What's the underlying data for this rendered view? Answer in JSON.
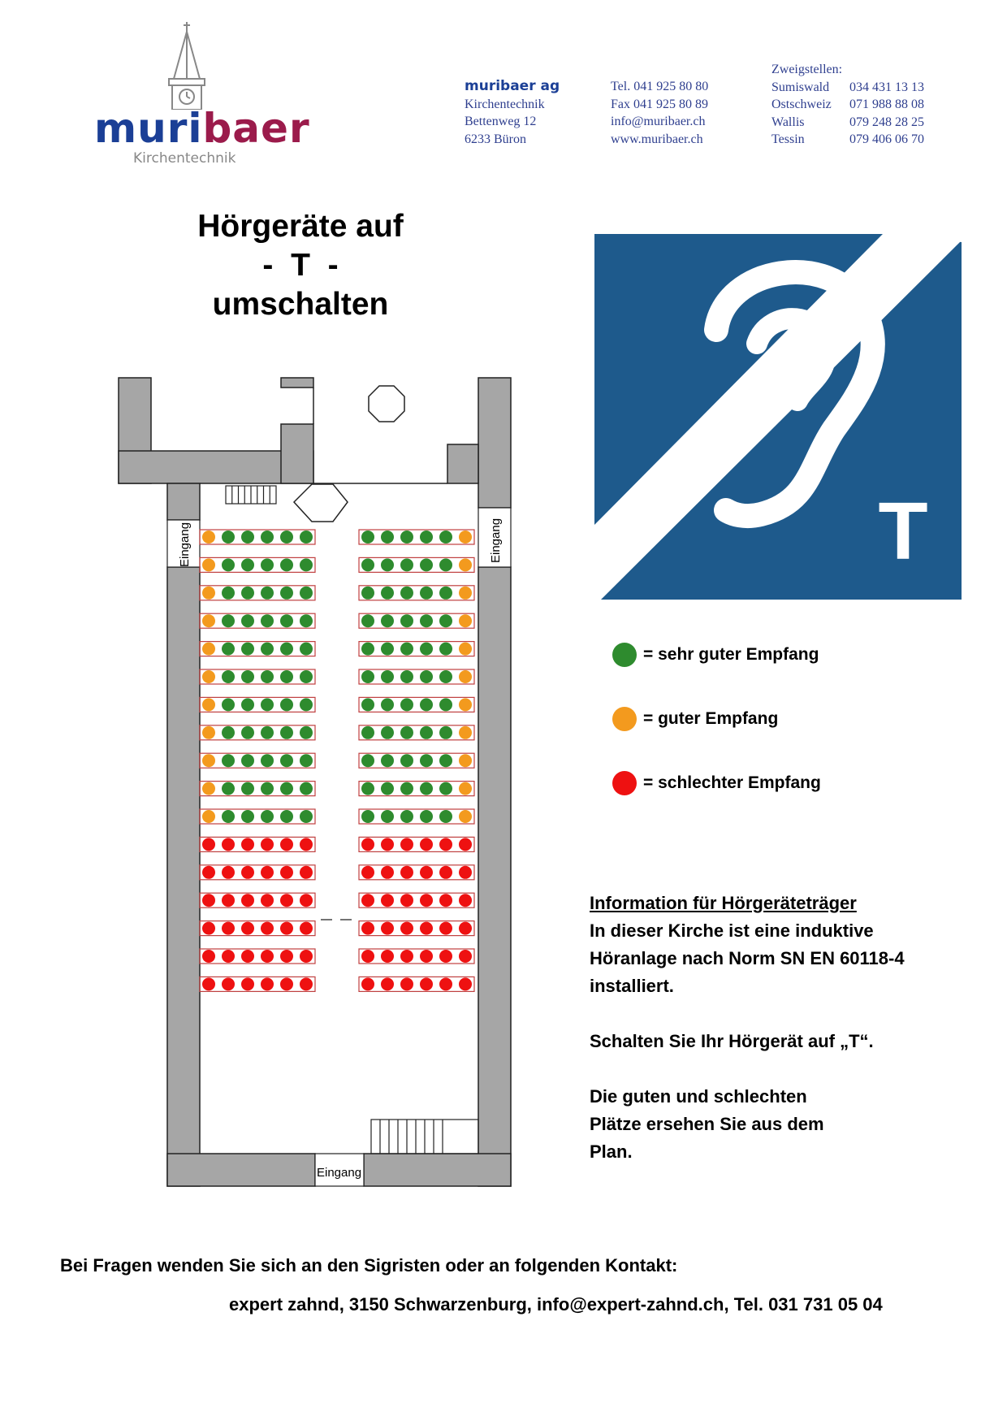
{
  "header": {
    "logo": {
      "word_part1": "muri",
      "word_part2": "baer",
      "subtitle": "Kirchentechnik",
      "color_primary": "#1b3f96",
      "color_secondary": "#9b1b4b"
    },
    "address": {
      "company": "muribaer ag",
      "line1": "Kirchentechnik",
      "line2": "Bettenweg 12",
      "line3": "6233 Büron"
    },
    "contact": {
      "tel": "Tel. 041 925 80 80",
      "fax": "Fax 041 925 80 89",
      "email": "info@muribaer.ch",
      "web": "www.muribaer.ch"
    },
    "branches": {
      "label": "Zweigstellen:",
      "items": [
        {
          "name": "Sumiswald",
          "phone": "034 431 13 13"
        },
        {
          "name": "Ostschweiz",
          "phone": "071 988 88 08"
        },
        {
          "name": "Wallis",
          "phone": "079 248 28 25"
        },
        {
          "name": "Tessin",
          "phone": "079 406 06 70"
        }
      ]
    }
  },
  "title": {
    "line1": "Hörgeräte auf",
    "line2": "-  T  -",
    "line3": "umschalten"
  },
  "symbol": {
    "letter": "T",
    "background_color": "#1e5a8c",
    "icon": "hearing-loop-ear-icon"
  },
  "legend": {
    "items": [
      {
        "color": "#2e8b2e",
        "label": "= sehr guter Empfang"
      },
      {
        "color": "#f39a1e",
        "label": "= guter Empfang"
      },
      {
        "color": "#ee1111",
        "label": "= schlechter Empfang"
      }
    ]
  },
  "plan": {
    "entrance_label": "Eingang",
    "seat_colors": {
      "green": "#2e8b2e",
      "orange": "#f39a1e",
      "red": "#ee1111"
    },
    "left_block_rows": [
      "OGGGGG",
      "OGGGGG",
      "OGGGGG",
      "OGGGGG",
      "OGGGGG",
      "OGGGGG",
      "OGGGGG",
      "OGGGGG",
      "OGGGGG",
      "OGGGGG",
      "OGGGGG",
      "RRRRRR",
      "RRRRRR",
      "RRRRRR",
      "RRRRRR",
      "RRRRRR",
      "RRRRRR"
    ],
    "right_block_rows": [
      "GGGGGO",
      "GGGGGO",
      "GGGGGO",
      "GGGGGO",
      "GGGGGO",
      "GGGGGO",
      "GGGGGO",
      "GGGGGO",
      "GGGGGO",
      "GGGGGO",
      "GGGGGO",
      "RRRRRR",
      "RRRRRR",
      "RRRRRR",
      "RRRRRR",
      "RRRRRR",
      "RRRRRR"
    ]
  },
  "info": {
    "heading": "Information für Hörgeräteträger",
    "p1_l1": "In dieser Kirche ist eine induktive",
    "p1_l2": "Höranlage nach Norm SN EN 60118-4",
    "p1_l3": "installiert.",
    "p2": "Schalten Sie Ihr Hörgerät auf „T“.",
    "p3_l1": "Die guten und schlechten",
    "p3_l2": "Plätze ersehen Sie aus dem",
    "p3_l3": "Plan."
  },
  "footer": {
    "line1": "Bei Fragen wenden Sie sich an den Sigristen oder an folgenden Kontakt:",
    "line2": "expert zahnd, 3150 Schwarzenburg, info@expert-zahnd.ch, Tel. 031 731 05 04"
  }
}
